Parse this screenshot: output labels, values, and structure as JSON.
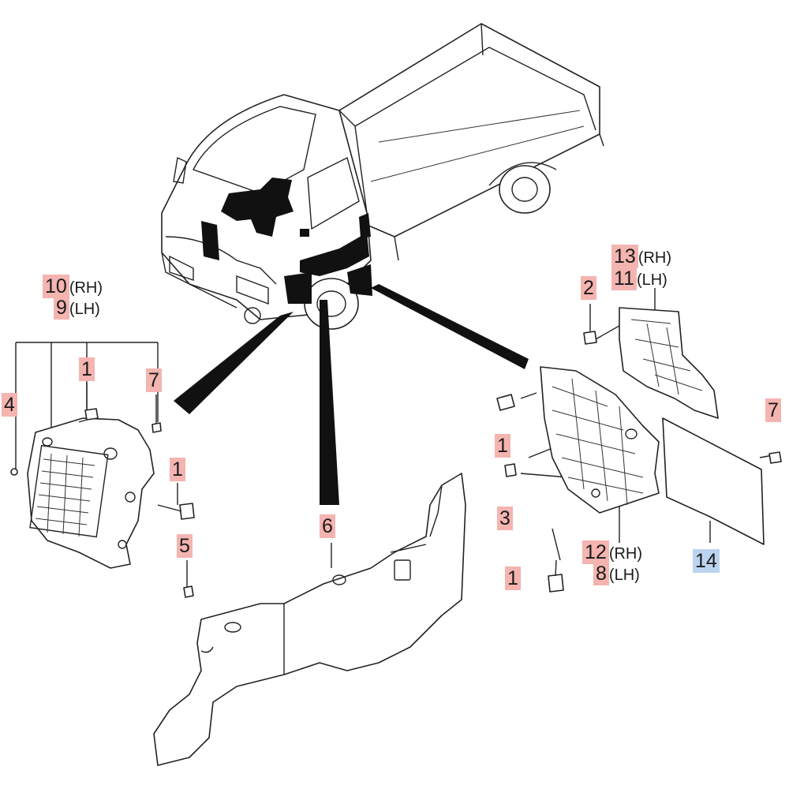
{
  "callouts": [
    {
      "id": "c-10",
      "number": "10",
      "suffix": "(RH)",
      "color": "red"
    },
    {
      "id": "c-9",
      "number": "9",
      "suffix": "(LH)",
      "color": "red"
    },
    {
      "id": "c-1a",
      "number": "1",
      "suffix": "",
      "color": "red"
    },
    {
      "id": "c-7a",
      "number": "7",
      "suffix": "",
      "color": "red"
    },
    {
      "id": "c-4",
      "number": "4",
      "suffix": "",
      "color": "red"
    },
    {
      "id": "c-1b",
      "number": "1",
      "suffix": "",
      "color": "red"
    },
    {
      "id": "c-5",
      "number": "5",
      "suffix": "",
      "color": "red"
    },
    {
      "id": "c-6",
      "number": "6",
      "suffix": "",
      "color": "red"
    },
    {
      "id": "c-13",
      "number": "13",
      "suffix": "(RH)",
      "color": "red"
    },
    {
      "id": "c-11",
      "number": "11",
      "suffix": "(LH)",
      "color": "red"
    },
    {
      "id": "c-2",
      "number": "2",
      "suffix": "",
      "color": "red"
    },
    {
      "id": "c-7b",
      "number": "7",
      "suffix": "",
      "color": "red"
    },
    {
      "id": "c-1c",
      "number": "1",
      "suffix": "",
      "color": "red"
    },
    {
      "id": "c-3",
      "number": "3",
      "suffix": "",
      "color": "red"
    },
    {
      "id": "c-12",
      "number": "12",
      "suffix": "(RH)",
      "color": "red"
    },
    {
      "id": "c-8",
      "number": "8",
      "suffix": "(LH)",
      "color": "red"
    },
    {
      "id": "c-1d",
      "number": "1",
      "suffix": "",
      "color": "red"
    },
    {
      "id": "c-14",
      "number": "14",
      "suffix": "",
      "color": "blue"
    }
  ],
  "colors": {
    "red_label": "#f4b4b0",
    "blue_label": "#bcd3ef",
    "line": "#222222"
  }
}
